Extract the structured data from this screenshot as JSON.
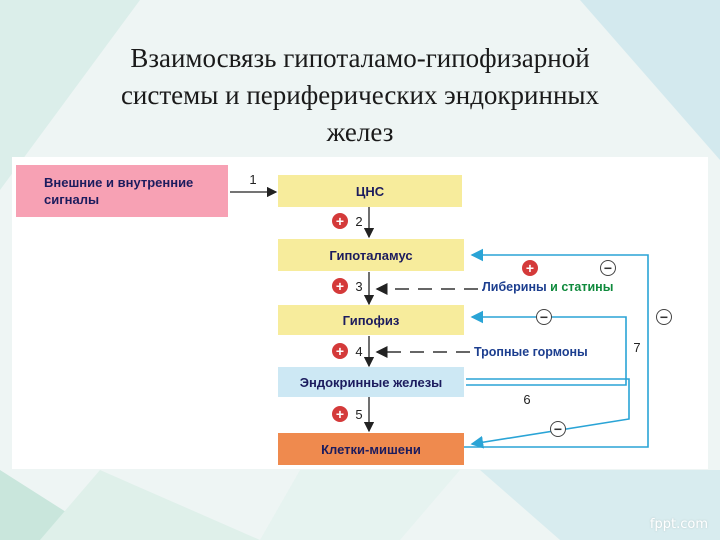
{
  "slide": {
    "title_lines": [
      "Взаимосвязь гипоталамо-гипофизарной",
      "системы и периферических эндокринных",
      "желез"
    ],
    "watermark": "fppt.com"
  },
  "diagram": {
    "signals_box": {
      "line1": "Внешние и внутренние",
      "line2": "сигналы"
    },
    "stages": [
      {
        "label": "ЦНС",
        "color": "#f7ec9c"
      },
      {
        "label": "Гипоталамус",
        "color": "#f7ec9c"
      },
      {
        "label": "Гипофиз",
        "color": "#f7ec9c"
      },
      {
        "label": "Эндокринные железы",
        "color": "#cde8f4"
      },
      {
        "label": "Клетки-мишени",
        "color": "#ef8a4e"
      }
    ],
    "step_numbers": [
      "1",
      "2",
      "3",
      "4",
      "5",
      "6",
      "7"
    ],
    "liberins": "Либерины",
    "and_word": "и",
    "statins": "статины",
    "tropic_hormones": "Тропные гормоны",
    "plus_symbol": "+",
    "minus_symbol": "−",
    "colors": {
      "signals_box": "#f7a1b4",
      "arrow_blue": "#2aa4d6",
      "label_blue": "#1c3e8f",
      "label_green": "#0f8a3c",
      "plus_circle": "#d43a3a",
      "minus_circle": "#444444"
    }
  }
}
